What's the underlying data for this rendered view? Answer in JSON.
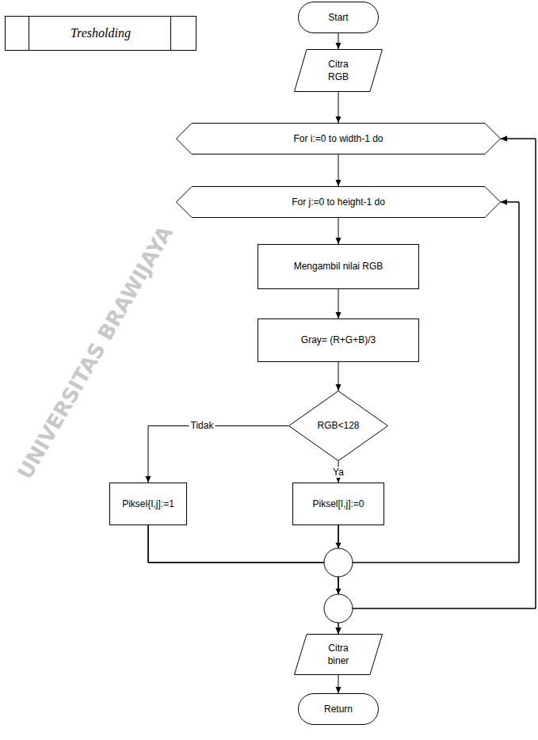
{
  "diagram": {
    "nodes": [
      {
        "text": [
          "Tresholding"
        ]
      },
      {
        "text": [
          "Start"
        ]
      },
      {
        "text": [
          "Citra RGB"
        ]
      },
      {
        "text": [
          "For i:=0 to width-1 do"
        ]
      },
      {
        "text": [
          "For j:=0 to height-1 do"
        ]
      },
      {
        "text": [
          "Mengambil nilai RGB"
        ]
      },
      {
        "text": [
          "Gray= (R+G+B)/3"
        ]
      },
      {
        "text": [
          "RGB<128"
        ]
      },
      {
        "text": [
          "Piksel{I,j]:=1"
        ]
      },
      {
        "text": [
          "Piksel[I,j]:=0"
        ]
      },
      {
        "text": [
          "Citra biner"
        ]
      },
      {
        "text": [
          "Return"
        ]
      }
    ],
    "edges": [
      {
        "from": 1,
        "to": 2,
        "arrow": "to"
      },
      {
        "from": 2,
        "to": 3,
        "arrow": "to"
      },
      {
        "from": 3,
        "to": 4,
        "arrow": "to"
      },
      {
        "from": 4,
        "to": 5,
        "arrow": "to"
      },
      {
        "from": 5,
        "to": 6,
        "arrow": "to"
      },
      {
        "from": 6,
        "to": 7,
        "arrow": "to"
      },
      {
        "from": 7,
        "to": 8,
        "label": "Tidak",
        "arrow": "to"
      },
      {
        "from": 7,
        "to": 9,
        "label": "Ya",
        "arrow": "to"
      },
      {
        "from": 8,
        "to": 4,
        "arrow": "to"
      },
      {
        "from": 9,
        "to": 4,
        "arrow": "to"
      },
      {
        "from": 8,
        "to": 3,
        "arrow": "to"
      },
      {
        "from": 9,
        "to": 3,
        "arrow": "to"
      },
      {
        "from": 8,
        "to": 10,
        "arrow": "to"
      },
      {
        "from": 9,
        "to": 10,
        "arrow": "to"
      },
      {
        "from": 10,
        "to": 11,
        "arrow": "to"
      }
    ],
    "labels": [
      "UNIVERSITAS BRAWIJAYA"
    ]
  }
}
